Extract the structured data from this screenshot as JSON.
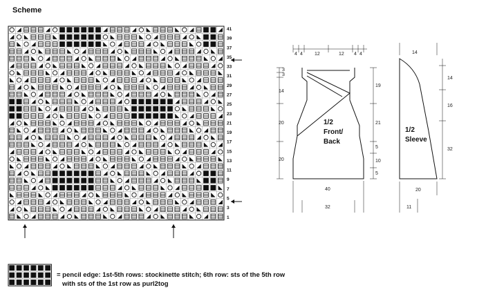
{
  "title": "Scheme",
  "row_numbers": [
    "41",
    "39",
    "37",
    "35",
    "33",
    "31",
    "29",
    "27",
    "25",
    "23",
    "21",
    "19",
    "17",
    "15",
    "13",
    "11",
    "9",
    "7",
    "5",
    "3",
    "1"
  ],
  "legend": {
    "line1": "= pencil edge: 1st-5th rows: stockinette stitch; 6th row: sts of the 5th row",
    "line2": "with sts of the 1st row as purl2tog"
  },
  "schematic": {
    "front_label_1": "1/2",
    "front_label_2": "Front/",
    "front_label_3": "Back",
    "sleeve_label_1": "1/2",
    "sleeve_label_2": "Sleeve",
    "top_dims": [
      "4",
      "4",
      "12",
      "12",
      "4",
      "4"
    ],
    "left_small": [
      "3",
      "3"
    ],
    "left_dims": [
      "14",
      "20",
      "20"
    ],
    "right_dims": [
      "19",
      "21",
      "5",
      "10",
      "5"
    ],
    "bottom_dims": [
      "40",
      "32"
    ],
    "sleeve_top": "14",
    "sleeve_right": [
      "14",
      "16",
      "32"
    ],
    "sleeve_bottom": [
      "20",
      "11"
    ]
  }
}
